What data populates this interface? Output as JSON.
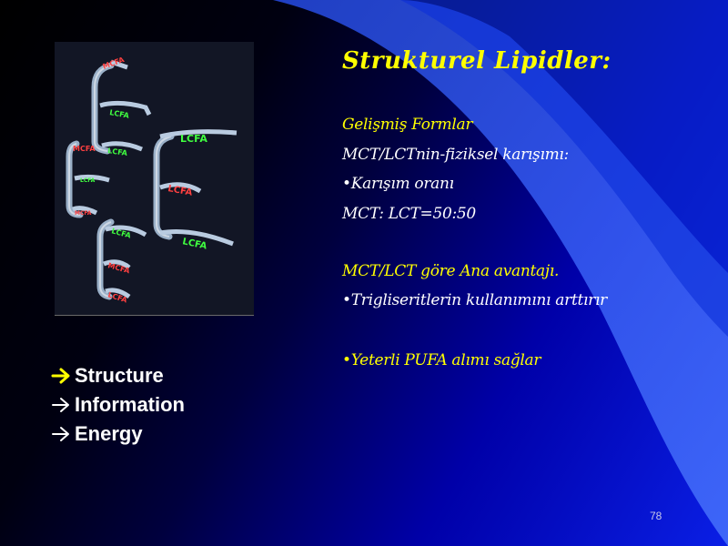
{
  "slide": {
    "title": "Strukturel Lipidler:",
    "lines": [
      {
        "text": "Gelişmiş Formlar",
        "color": "#ffff00",
        "bullet": false
      },
      {
        "text": "MCT/LCTnin-fiziksel karışımı:",
        "color": "#ffffff",
        "bullet": false
      },
      {
        "text": "Karışım oranı",
        "color": "#ffffff",
        "bullet": true
      },
      {
        "text": "MCT: LCT=50:50",
        "color": "#ffffff",
        "bullet": false
      },
      {
        "text": "MCT/LCT göre  Ana avantajı.",
        "color": "#ffff00",
        "bullet": false
      },
      {
        "text": "Trigliseritlerin kullanımını arttırır",
        "color": "#ffffff",
        "bullet": true
      },
      {
        "text": "Yeterli PUFA alımı sağlar",
        "color": "#ffff00",
        "bullet": true
      }
    ],
    "bullet_char": "•",
    "arrow_list": [
      {
        "label": "Structure",
        "arrow_color": "#ffff00"
      },
      {
        "label": "Information",
        "arrow_color": "#ffffff"
      },
      {
        "label": "Energy",
        "arrow_color": "#ffffff"
      }
    ],
    "page_number": "78",
    "figure": {
      "labels": [
        "MCFA",
        "LCFA",
        "LCFA",
        "LCFA",
        "MCFA",
        "LCFA",
        "LCFA",
        "LCFA",
        "LCFA",
        "LCFA",
        "MCFA",
        "MCFA"
      ]
    }
  }
}
